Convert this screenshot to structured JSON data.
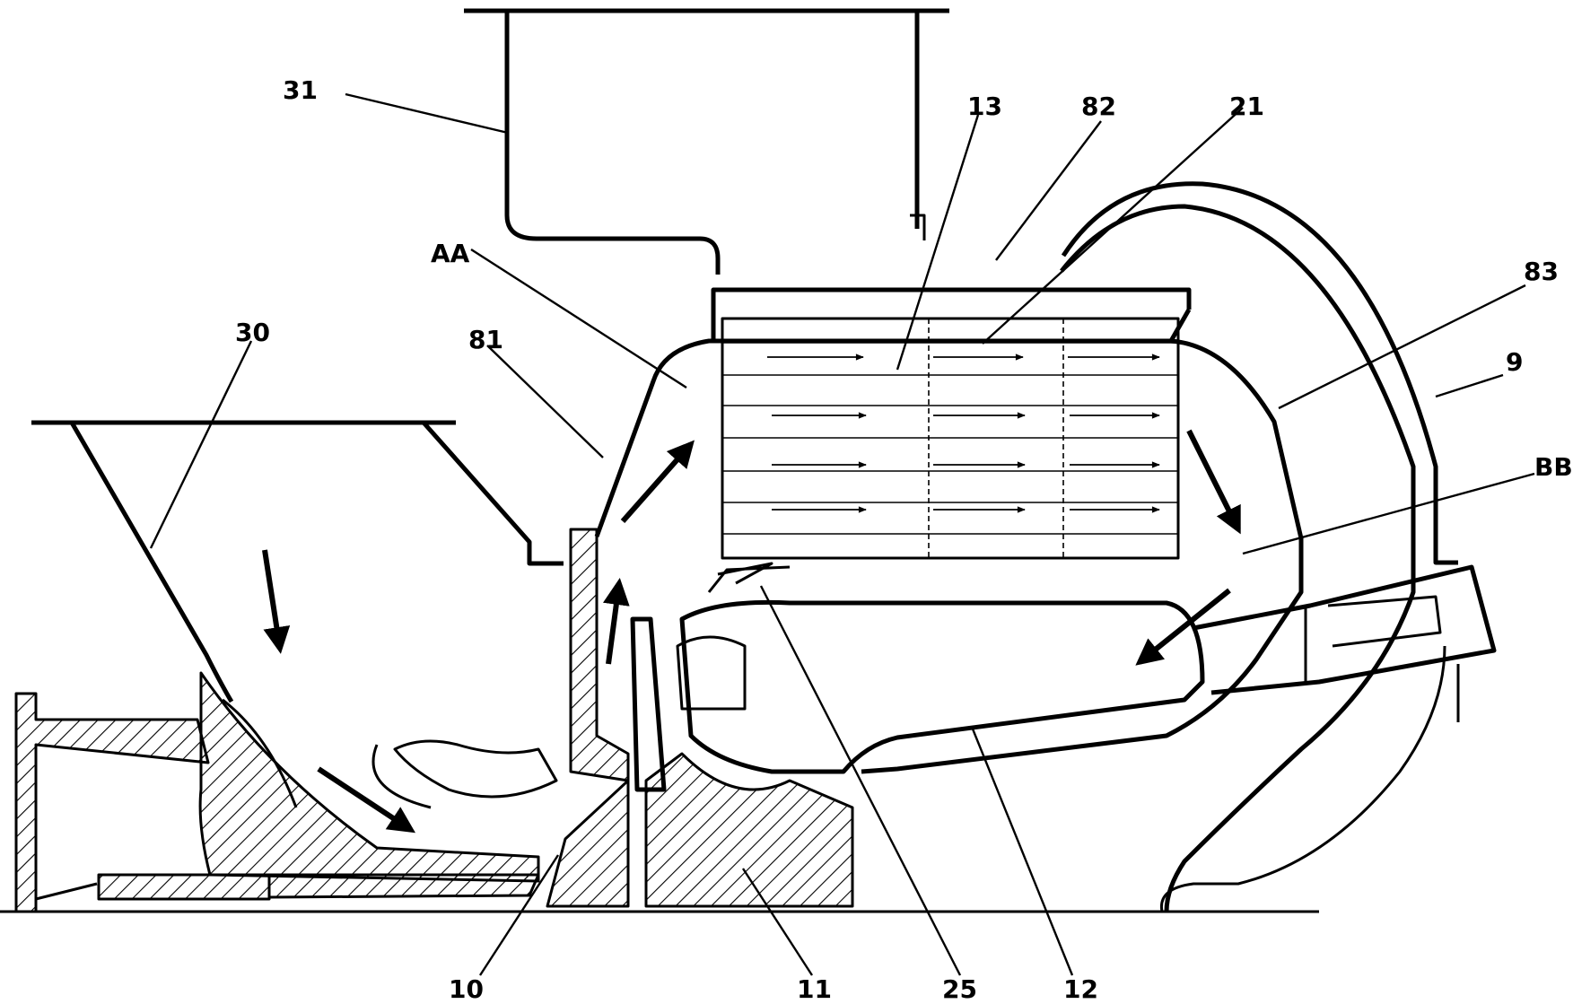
{
  "figure": {
    "labels": [
      {
        "id": "31",
        "text": "31"
      },
      {
        "id": "13",
        "text": "13"
      },
      {
        "id": "82",
        "text": "82"
      },
      {
        "id": "21",
        "text": "21"
      },
      {
        "id": "AA",
        "text": "AA"
      },
      {
        "id": "81",
        "text": "81"
      },
      {
        "id": "30",
        "text": "30"
      },
      {
        "id": "83",
        "text": "83"
      },
      {
        "id": "9",
        "text": "9"
      },
      {
        "id": "BB",
        "text": "BB"
      },
      {
        "id": "10",
        "text": "10"
      },
      {
        "id": "11",
        "text": "11"
      },
      {
        "id": "25",
        "text": "25"
      },
      {
        "id": "12",
        "text": "12"
      }
    ]
  }
}
